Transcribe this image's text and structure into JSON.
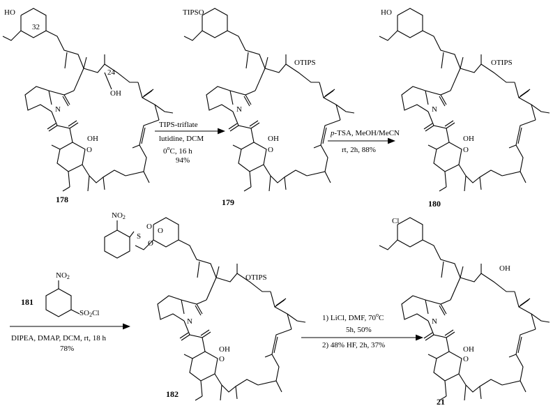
{
  "compounds": [
    {
      "id": "178",
      "labels": {
        "top_oh": "HO",
        "c32": "32",
        "c24": "24",
        "oh": "OH",
        "oh2": "OH",
        "n": "N",
        "o_ring": "O"
      }
    },
    {
      "id": "179",
      "labels": {
        "top": "TIPSO",
        "otips": "OTIPS",
        "oh": "OH",
        "n": "N",
        "o_ring": "O"
      }
    },
    {
      "id": "180",
      "labels": {
        "top_oh": "HO",
        "otips": "OTIPS",
        "oh": "OH",
        "n": "N",
        "o_ring": "O"
      }
    },
    {
      "id": "182",
      "labels": {
        "no2": "NO",
        "no2_sub": "2",
        "s": "S",
        "o1": "O",
        "o2": "O",
        "o3": "O",
        "otips": "OTIPS",
        "oh": "OH",
        "n": "N",
        "o_ring": "O"
      }
    },
    {
      "id": "21",
      "labels": {
        "cl": "Cl",
        "oh_top": "OH",
        "oh": "OH",
        "n": "N",
        "o_ring": "O"
      }
    }
  ],
  "reagent_181": {
    "id": "181",
    "no2": "NO",
    "no2_sub": "2",
    "so2cl": "SO",
    "so2cl_sub": "2",
    "so2cl_tail": "Cl"
  },
  "reactions": [
    {
      "from": "178",
      "to": "179",
      "above": "TIPS-triflate",
      "below_1": "lutidine, DCM",
      "below_2_pre": "0",
      "below_2_sup": "o",
      "below_2_post": "C, 16 h",
      "yield": "94%"
    },
    {
      "from": "179",
      "to": "180",
      "above_italic": "p",
      "above_rest": "-TSA, MeOH/MeCN",
      "below": "rt, 2h, 88%"
    },
    {
      "from": "180",
      "to": "182",
      "below_1": "DIPEA, DMAP, DCM, rt, 18 h",
      "below_2": "78%"
    },
    {
      "from": "182",
      "to": "21",
      "above_1_pre": "1) LiCl, DMF, 70",
      "above_1_sup": "o",
      "above_1_post": "C",
      "above_2": "5h, 50%",
      "below": "2) 48% HF, 2h, 37%"
    }
  ]
}
